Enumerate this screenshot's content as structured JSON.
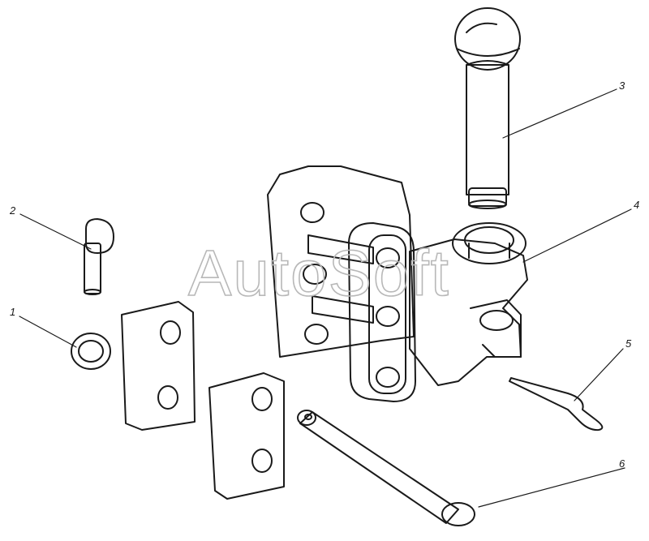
{
  "watermark": "AutoSoft",
  "callouts": {
    "c1": "1",
    "c2": "2",
    "c3": "3",
    "c4": "4",
    "c5": "5",
    "c6": "6"
  },
  "colors": {
    "ink": "#1a1a1a",
    "stipple": "#6a6a6a",
    "watermark": "#b8b8b8"
  }
}
